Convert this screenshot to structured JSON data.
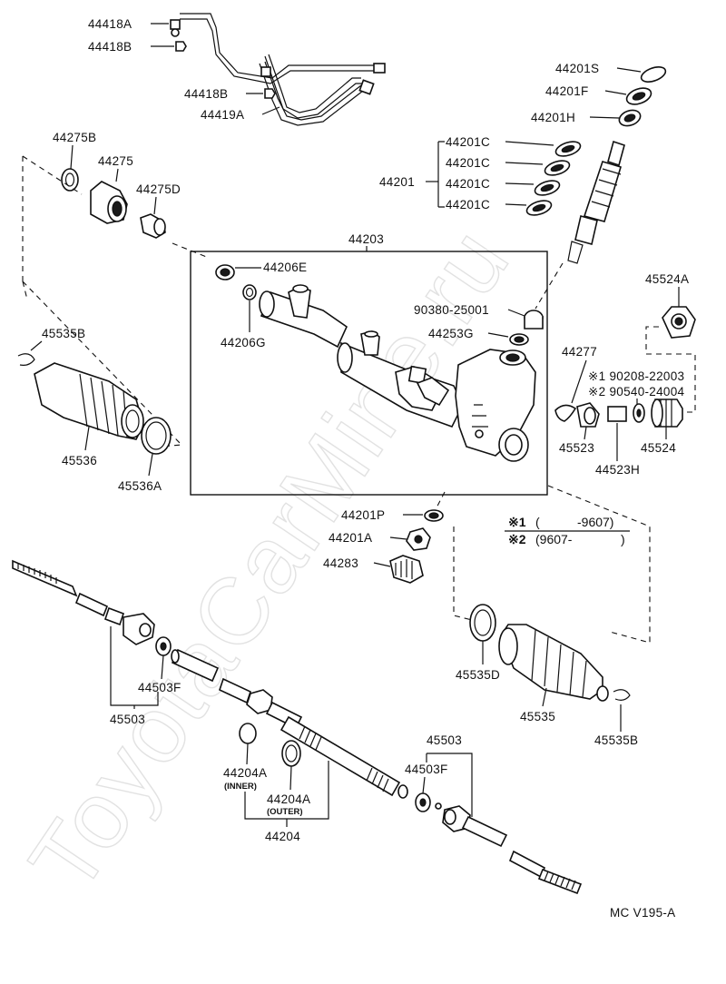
{
  "watermark": "ToyotaCarMine.ru",
  "labels": {
    "p44418A": "44418A",
    "p44418B_top": "44418B",
    "p44418B_mid": "44418B",
    "p44419A": "44419A",
    "p44201S": "44201S",
    "p44201F": "44201F",
    "p44201H": "44201H",
    "p44201": "44201",
    "p44201C_1": "44201C",
    "p44201C_2": "44201C",
    "p44201C_3": "44201C",
    "p44201C_4": "44201C",
    "p44275B": "44275B",
    "p44275": "44275",
    "p44275D": "44275D",
    "p44203": "44203",
    "p44206E": "44206E",
    "p44206G": "44206G",
    "p90380": "90380-25001",
    "p44253G": "44253G",
    "p45524A": "45524A",
    "p45535B_top": "45535B",
    "p45536": "45536",
    "p45536A": "45536A",
    "p44277": "44277",
    "p90208": "※1 90208-22003",
    "p90540": "※2 90540-24004",
    "p45523": "45523",
    "p45524": "45524",
    "p44523H": "44523H",
    "p44201P": "44201P",
    "p44201A": "44201A",
    "p44283": "44283",
    "p45535D": "45535D",
    "p45535": "45535",
    "p45535B_bot": "45535B",
    "p44503F_left": "44503F",
    "p45503_left": "45503",
    "p45503_right": "45503",
    "p44503F_right": "44503F",
    "p44204A_inner": "44204A",
    "p44204A_outer": "44204A",
    "p44204": "44204",
    "inner_note": "(INNER)",
    "outer_note": "(OUTER)"
  },
  "notes": {
    "note1_mark": "※1",
    "note1_open": "(",
    "note1_date": "-9607)",
    "note2_mark": "※2",
    "note2_text": "(9607-",
    "note2_close": ")"
  },
  "diagram_code": "MC V195-A"
}
